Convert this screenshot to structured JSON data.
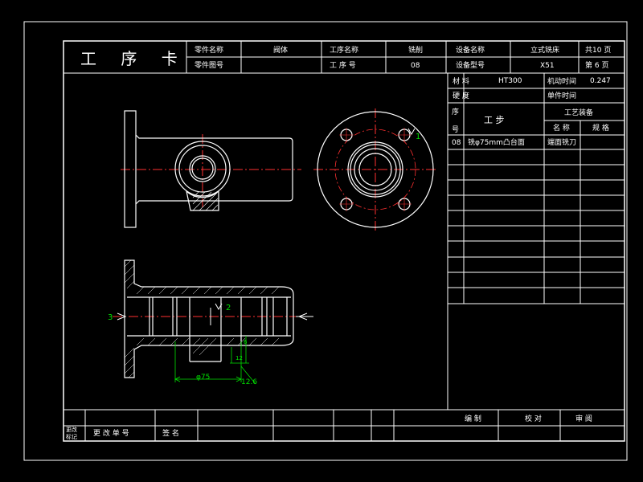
{
  "title_block": {
    "card_title": "工 序 卡",
    "part_name_label": "零件名称",
    "part_name": "阀体",
    "part_no_label": "零件图号",
    "part_no": "",
    "process_name_label": "工序名称",
    "process_name": "铣削",
    "process_no_label": "工 序 号",
    "process_no": "08",
    "equipment_name_label": "设备名称",
    "equipment_name": "立式铣床",
    "equipment_model_label": "设备型号",
    "equipment_model": "X51",
    "total_pages": "共10 页",
    "page_no": "第 6 页"
  },
  "info_table": {
    "material_label": "材 料",
    "material": "HT300",
    "machine_time_label": "机动时间",
    "machine_time": "0.247",
    "hardness_label": "硬 度",
    "hardness": "",
    "unit_time_label": "单件时间",
    "unit_time": "",
    "seq_label_top": "序",
    "seq_label_bottom": "号",
    "step_label": "工 步",
    "equipment_header": "工艺装备",
    "name_header": "名 称",
    "spec_header": "规 格",
    "rows": [
      {
        "seq": "08",
        "step": "铣φ75mm凸台面",
        "name": "端面铣刀",
        "spec": ""
      }
    ]
  },
  "drawing": {
    "dim_diameter": "φ75",
    "dim_depth": "12.6",
    "dim_small_1": "12",
    "dim_small_2": "6",
    "datum_label_left": "3",
    "datum_label_mid": "2",
    "datum_label_top": "1"
  },
  "footer": {
    "change_label": "更改\n标记",
    "change_doc_label": "更 改 单 号",
    "sign_label": "签 名",
    "drafted_label": "编 制",
    "checked_label": "校 对",
    "approved_label": "审 阅"
  },
  "colors": {
    "line": "#ffffff",
    "center_line": "#ff3030",
    "dimension": "#00e000",
    "background": "#000000"
  }
}
